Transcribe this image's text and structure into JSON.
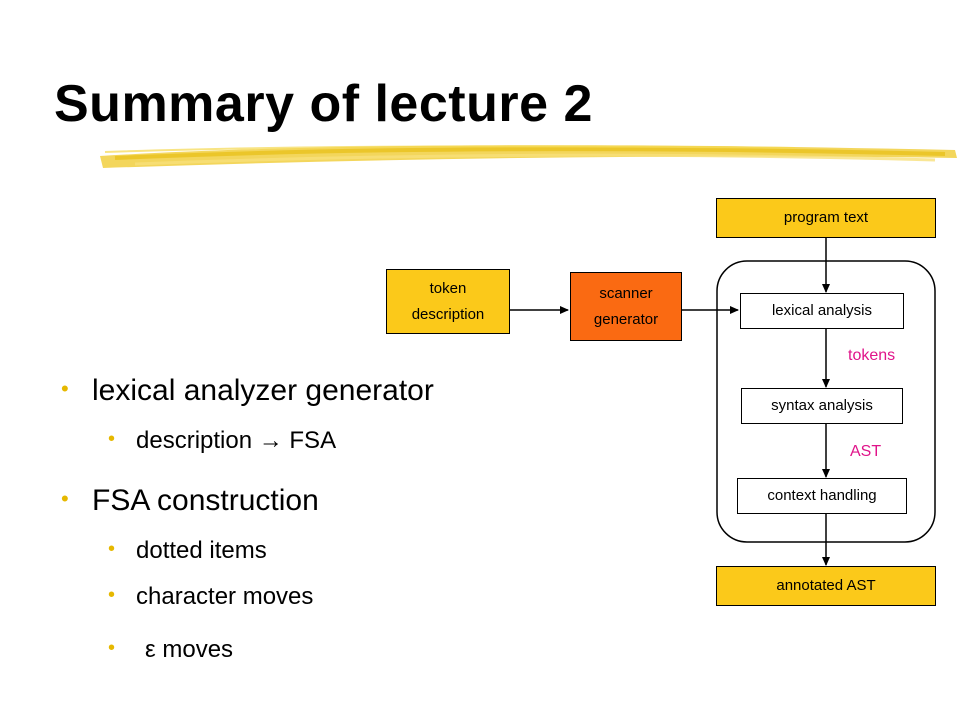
{
  "slide": {
    "title": "Summary of lecture 2"
  },
  "bullets": [
    {
      "text": "lexical analyzer generator",
      "level": 1
    },
    {
      "text": "description → FSA",
      "level": 2
    },
    {
      "text": "FSA construction",
      "level": 1
    },
    {
      "text": "dotted items",
      "level": 2
    },
    {
      "text": "character moves",
      "level": 2
    },
    {
      "text": "ε moves",
      "level": 2
    }
  ],
  "diagram": {
    "token_description": [
      "token",
      "description"
    ],
    "scanner_generator": [
      "scanner",
      "generator"
    ],
    "program_text": "program text",
    "lexical_analysis": "lexical analysis",
    "tokens_label": "tokens",
    "syntax_analysis": "syntax analysis",
    "ast_label": "AST",
    "context_handling": "context handling",
    "annotated_ast": "annotated AST"
  },
  "colors": {
    "accent_yellow": "#fbc91a",
    "scanner_orange": "#fa6a12",
    "edge_label": "#e0148a",
    "bullet": "#e6b800"
  }
}
